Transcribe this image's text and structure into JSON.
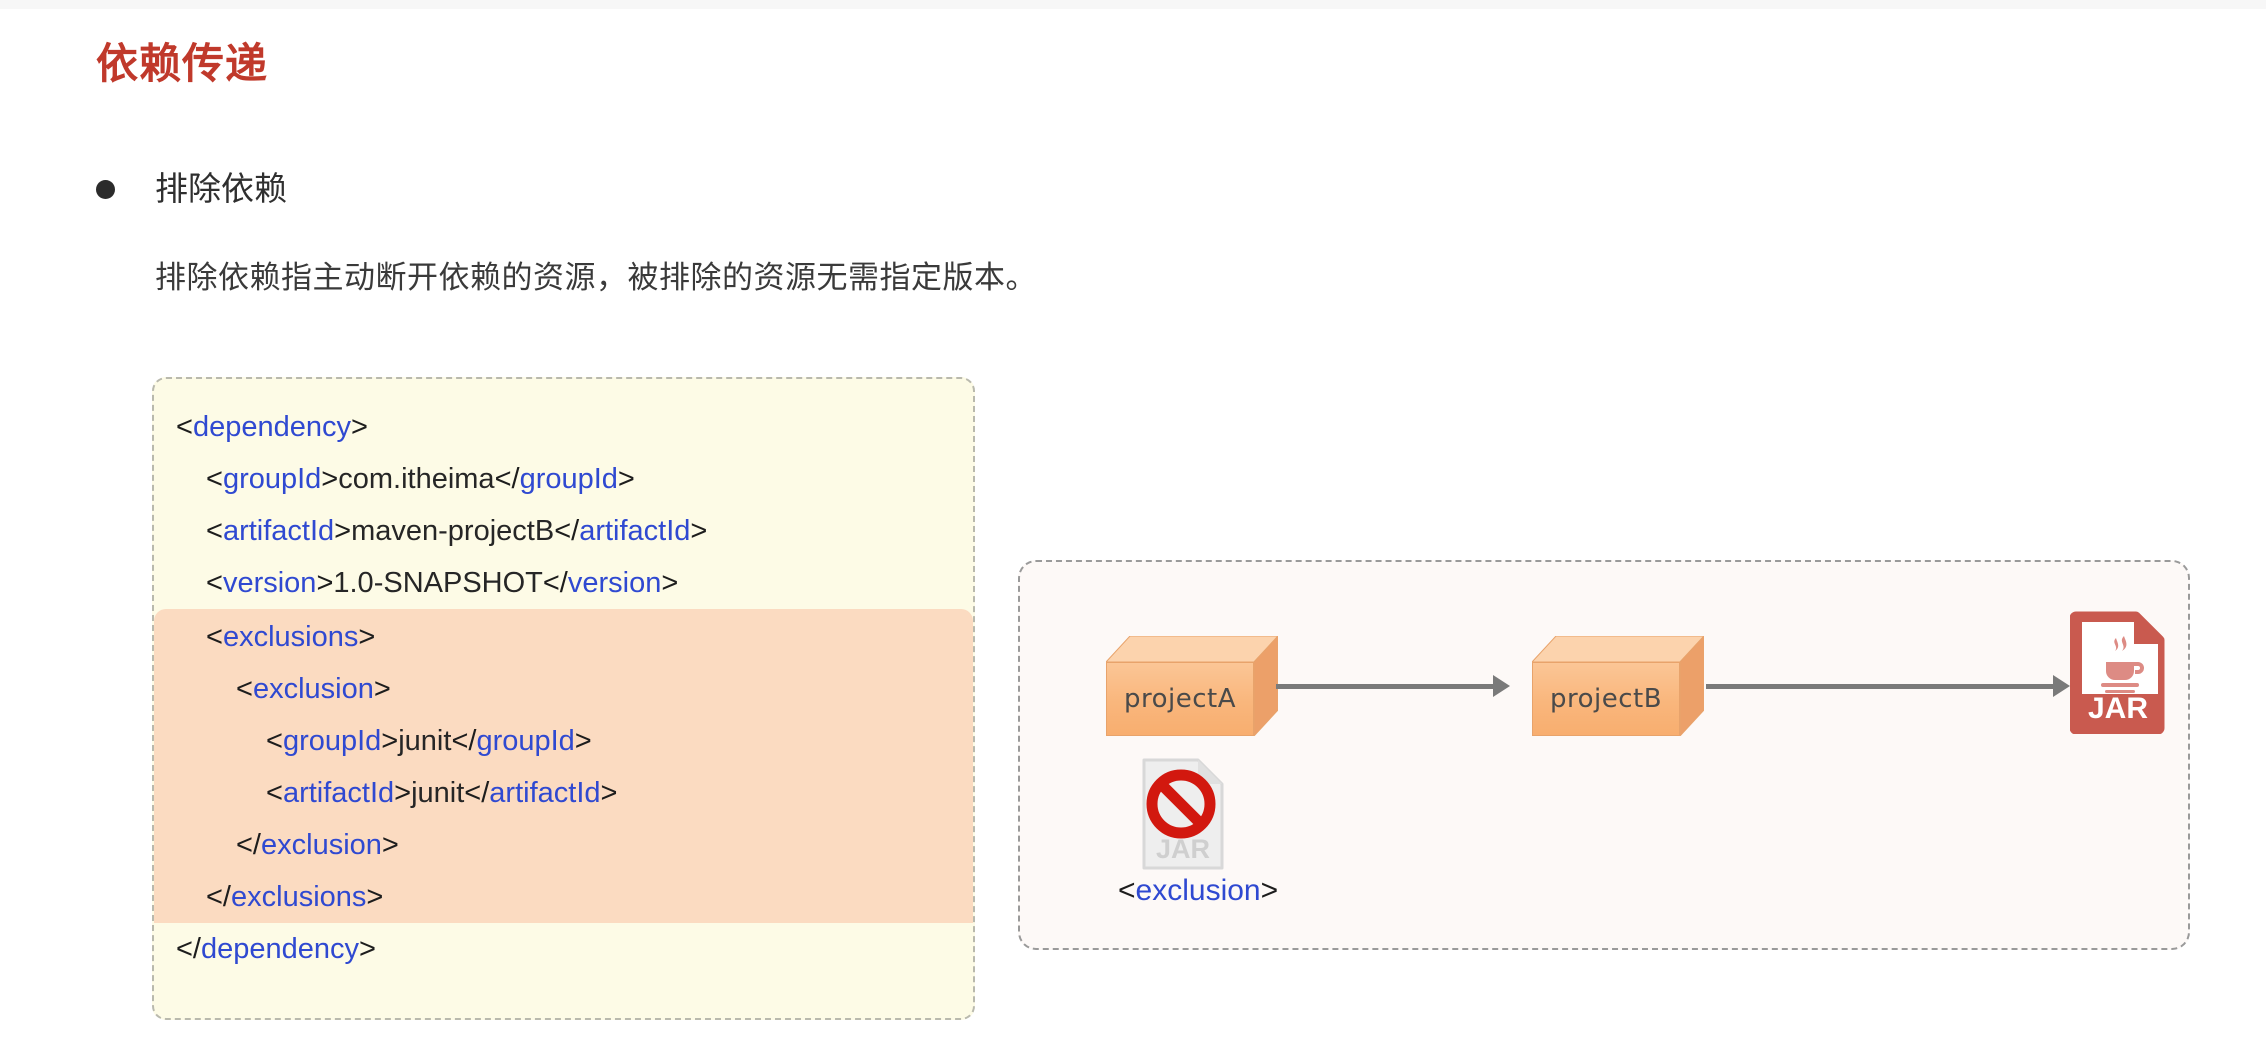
{
  "document": {
    "title": "依赖传递",
    "title_color": "#c0392b",
    "bullet": {
      "icon": "bullet-dot",
      "label": "排除依赖"
    },
    "paragraph": "排除依赖指主动断开依赖的资源，被排除的资源无需指定版本。"
  },
  "code_block": {
    "background": "#fdfbe6",
    "highlight_background": "#fbdbc1",
    "tag_color": "#2f49d1",
    "text_color": "#222222",
    "lines": [
      {
        "indent": 0,
        "parts": [
          {
            "t": "brk",
            "s": "<"
          },
          {
            "t": "tag",
            "s": "dependency"
          },
          {
            "t": "brk",
            "s": ">"
          }
        ],
        "highlight": false
      },
      {
        "indent": 1,
        "parts": [
          {
            "t": "brk",
            "s": "<"
          },
          {
            "t": "tag",
            "s": "groupId"
          },
          {
            "t": "brk",
            "s": ">"
          },
          {
            "t": "val",
            "s": "com.itheima"
          },
          {
            "t": "brk",
            "s": "</"
          },
          {
            "t": "tag",
            "s": "groupId"
          },
          {
            "t": "brk",
            "s": ">"
          }
        ],
        "highlight": false
      },
      {
        "indent": 1,
        "parts": [
          {
            "t": "brk",
            "s": "<"
          },
          {
            "t": "tag",
            "s": "artifactId"
          },
          {
            "t": "brk",
            "s": ">"
          },
          {
            "t": "val",
            "s": "maven-projectB"
          },
          {
            "t": "brk",
            "s": "</"
          },
          {
            "t": "tag",
            "s": "artifactId"
          },
          {
            "t": "brk",
            "s": ">"
          }
        ],
        "highlight": false
      },
      {
        "indent": 1,
        "parts": [
          {
            "t": "brk",
            "s": "<"
          },
          {
            "t": "tag",
            "s": "version"
          },
          {
            "t": "brk",
            "s": ">"
          },
          {
            "t": "val",
            "s": "1.0-SNAPSHOT"
          },
          {
            "t": "brk",
            "s": "</"
          },
          {
            "t": "tag",
            "s": "version"
          },
          {
            "t": "brk",
            "s": ">"
          }
        ],
        "highlight": false
      },
      {
        "indent": 1,
        "parts": [
          {
            "t": "brk",
            "s": "<"
          },
          {
            "t": "tag",
            "s": "exclusions"
          },
          {
            "t": "brk",
            "s": ">"
          }
        ],
        "highlight": true
      },
      {
        "indent": 2,
        "parts": [
          {
            "t": "brk",
            "s": "<"
          },
          {
            "t": "tag",
            "s": "exclusion"
          },
          {
            "t": "brk",
            "s": ">"
          }
        ],
        "highlight": true
      },
      {
        "indent": 3,
        "parts": [
          {
            "t": "brk",
            "s": "<"
          },
          {
            "t": "tag",
            "s": "groupId"
          },
          {
            "t": "brk",
            "s": ">"
          },
          {
            "t": "val",
            "s": "junit"
          },
          {
            "t": "brk",
            "s": "</"
          },
          {
            "t": "tag",
            "s": "groupId"
          },
          {
            "t": "brk",
            "s": ">"
          }
        ],
        "highlight": true
      },
      {
        "indent": 3,
        "parts": [
          {
            "t": "brk",
            "s": "<"
          },
          {
            "t": "tag",
            "s": "artifactId"
          },
          {
            "t": "brk",
            "s": ">"
          },
          {
            "t": "val",
            "s": "junit"
          },
          {
            "t": "brk",
            "s": "</"
          },
          {
            "t": "tag",
            "s": "artifactId"
          },
          {
            "t": "brk",
            "s": ">"
          }
        ],
        "highlight": true
      },
      {
        "indent": 2,
        "parts": [
          {
            "t": "brk",
            "s": "</"
          },
          {
            "t": "tag",
            "s": "exclusion"
          },
          {
            "t": "brk",
            "s": ">"
          }
        ],
        "highlight": true
      },
      {
        "indent": 1,
        "parts": [
          {
            "t": "brk",
            "s": "</"
          },
          {
            "t": "tag",
            "s": "exclusions"
          },
          {
            "t": "brk",
            "s": ">"
          }
        ],
        "highlight": true
      },
      {
        "indent": 0,
        "parts": [
          {
            "t": "brk",
            "s": "</"
          },
          {
            "t": "tag",
            "s": "dependency"
          },
          {
            "t": "brk",
            "s": ">"
          }
        ],
        "highlight": false
      }
    ]
  },
  "diagram": {
    "box_color": "#f9b67c",
    "arrow_color": "#7a7a7a",
    "jar_color": "#c95a4f",
    "nodes": [
      {
        "id": "projectA",
        "label": "projectA"
      },
      {
        "id": "projectB",
        "label": "projectB"
      }
    ],
    "jar_artifact": {
      "label": "JAR"
    },
    "excluded_jar": {
      "label": "JAR",
      "state": "blocked"
    },
    "exclusion_caption": {
      "open": "<",
      "tag": "exclusion",
      "close": ">"
    }
  }
}
